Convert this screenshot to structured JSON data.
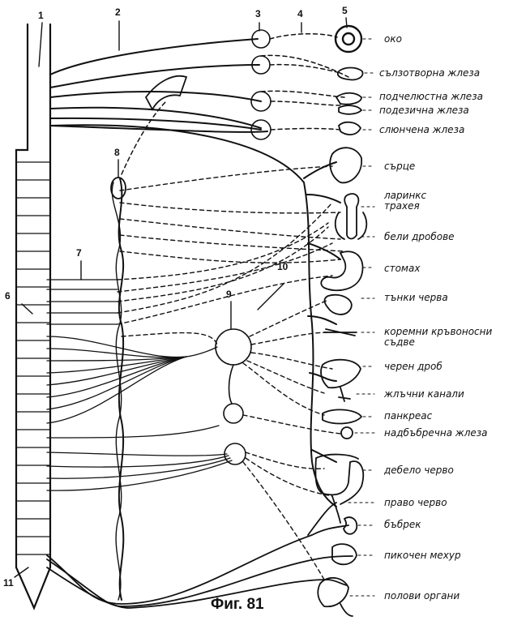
{
  "numbers": {
    "n1": "1",
    "n2": "2",
    "n3": "3",
    "n4": "4",
    "n5": "5",
    "n6": "6",
    "n7": "7",
    "n8": "8",
    "n9": "9",
    "n10": "10",
    "n11": "11"
  },
  "organs": {
    "oko": "око",
    "salzotvorna": "сълзотворна жлеза",
    "podchelyustna": "подчелюстна жлеза",
    "podezichna": "подезична жлеза",
    "slyunchena": "слюнчена жлеза",
    "sartse": "сърце",
    "larinks": "ларинкс",
    "traheya": "трахея",
    "beli_drobove": "бели дробове",
    "stomah": "стомах",
    "tanki_cherva": "тънки черва",
    "koremni_1": "коремни кръвоносни",
    "koremni_2": "съдве",
    "cheren_drob": "черен дроб",
    "zhalchni": "жлъчни канали",
    "pankreas": "панкреас",
    "nadbabrechna": "надбъбречна жлеза",
    "debelo": "дебело черво",
    "pravo": "право черво",
    "babrek": "бъбрек",
    "pikochen": "пикочен мехур",
    "polovi": "полови органи"
  },
  "caption": "Фиг. 81"
}
